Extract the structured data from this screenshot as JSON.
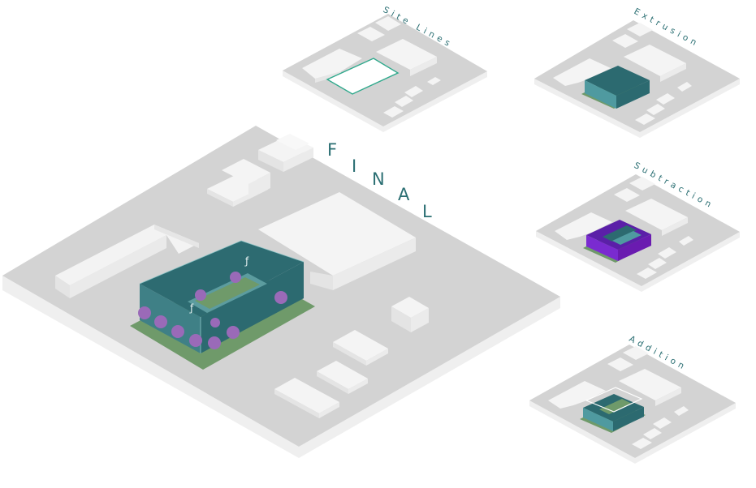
{
  "labels": {
    "site_lines": "Site Lines",
    "extrusion": "Extrusion",
    "subtraction": "Subtraction",
    "addition": "Addition",
    "final": "FINAL"
  },
  "colors": {
    "ground_top": "#d3d3d3",
    "ground_side": "#efefef",
    "building_top": "#f4f4f4",
    "building_side": "#e6e6e6",
    "teal": "#2c6a70",
    "teal_light": "#4f9aa0",
    "grass": "#6f9a6a",
    "purple": "#6a1bb0",
    "tree": "#9a6ab8",
    "label": "#2b6f73"
  }
}
